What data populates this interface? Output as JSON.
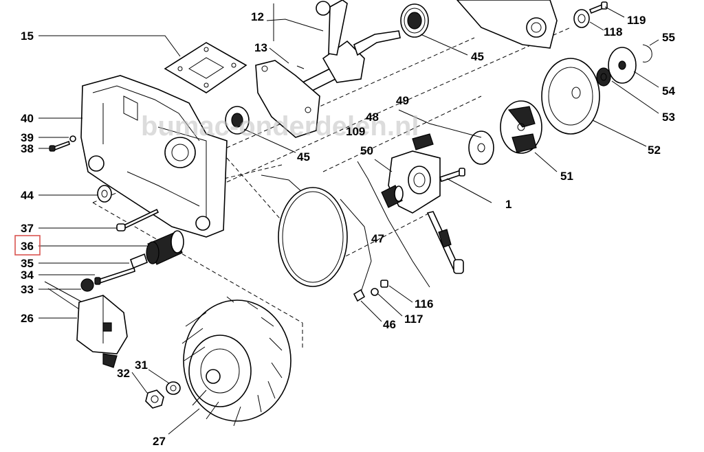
{
  "watermark": "bumac-onderdelen.nl",
  "highlight_color": "#d9534f",
  "highlighted_label": "36",
  "labels": {
    "l12": "12",
    "l13": "13",
    "l15": "15",
    "l40": "40",
    "l39": "39",
    "l38": "38",
    "l44": "44",
    "l37": "37",
    "l36": "36",
    "l35": "35",
    "l34": "34",
    "l33": "33",
    "l26": "26",
    "l31": "31",
    "l32": "32",
    "l27": "27",
    "l45a": "45",
    "l45b": "45",
    "l48": "48",
    "l109": "109",
    "l49": "49",
    "l50": "50",
    "l47": "47",
    "l46": "46",
    "l116": "116",
    "l117": "117",
    "l1": "1",
    "l51": "51",
    "l52": "52",
    "l53": "53",
    "l54": "54",
    "l55": "55",
    "l118": "118",
    "l119": "119"
  }
}
